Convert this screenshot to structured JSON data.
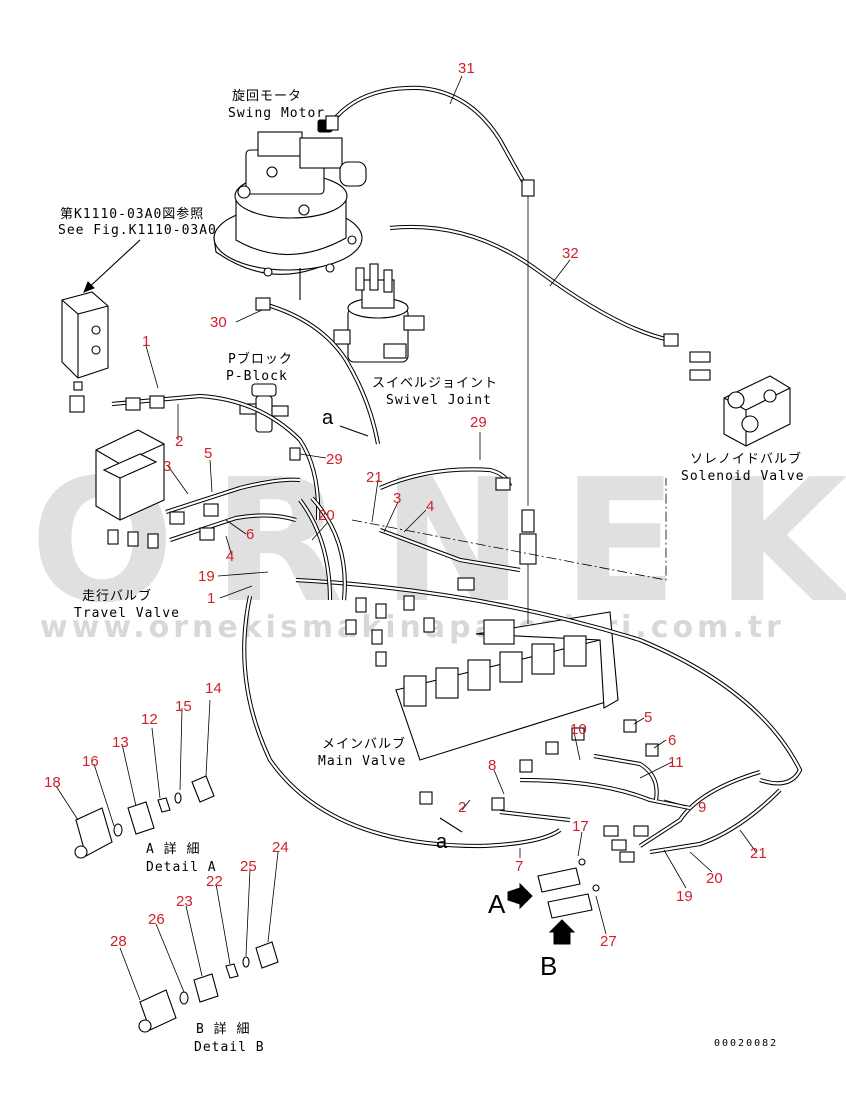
{
  "labels": {
    "swing_motor_jp": "旋回モータ",
    "swing_motor_en": "Swing Motor",
    "see_fig_jp": "第K1110-03A0図参照",
    "see_fig_en": "See Fig.K1110-03A0",
    "p_block_jp": "Pブロック",
    "p_block_en": "P-Block",
    "swivel_joint_jp": "スイベルジョイント",
    "swivel_joint_en": "Swivel Joint",
    "solenoid_valve_jp": "ソレノイドバルブ",
    "solenoid_valve_en": "Solenoid Valve",
    "travel_valve_jp": "走行バルブ",
    "travel_valve_en": "Travel Valve",
    "main_valve_jp": "メインバルブ",
    "main_valve_en": "Main Valve",
    "detail_a_jp": "A 詳 細",
    "detail_a_en": "Detail A",
    "detail_b_jp": "B 詳 細",
    "detail_b_en": "Detail B",
    "view_a": "A",
    "view_b": "B",
    "section_a": "a",
    "drawing_code": "00020082"
  },
  "watermark": {
    "brand": "ORNEK",
    "url": "www.ornekismakinaparcalari.com.tr"
  },
  "callouts": [
    "1",
    "2",
    "3",
    "4",
    "5",
    "6",
    "7",
    "8",
    "9",
    "10",
    "11",
    "12",
    "13",
    "14",
    "15",
    "16",
    "17",
    "18",
    "19",
    "20",
    "21",
    "22",
    "23",
    "24",
    "25",
    "26",
    "27",
    "28",
    "29",
    "30",
    "31",
    "32"
  ],
  "colors": {
    "callout": "#d0202a",
    "line": "#000000",
    "watermark": "#c8c8c8"
  }
}
